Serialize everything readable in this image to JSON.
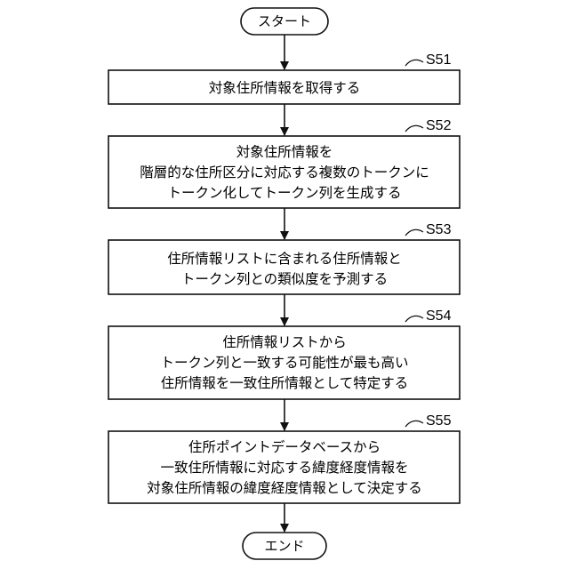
{
  "flowchart": {
    "start": "スタート",
    "end": "エンド",
    "steps": [
      {
        "label": "S51",
        "lines": [
          "対象住所情報を取得する"
        ]
      },
      {
        "label": "S52",
        "lines": [
          "対象住所情報を",
          "階層的な住所区分に対応する複数のトークンに",
          "トークン化してトークン列を生成する"
        ]
      },
      {
        "label": "S53",
        "lines": [
          "住所情報リストに含まれる住所情報と",
          "トークン列との類似度を予測する"
        ]
      },
      {
        "label": "S54",
        "lines": [
          "住所情報リストから",
          "トークン列と一致する可能性が最も高い",
          "住所情報を一致住所情報として特定する"
        ]
      },
      {
        "label": "S55",
        "lines": [
          "住所ポイントデータベースから",
          "一致住所情報に対応する緯度経度情報を",
          "対象住所情報の緯度経度情報として決定する"
        ]
      }
    ]
  }
}
